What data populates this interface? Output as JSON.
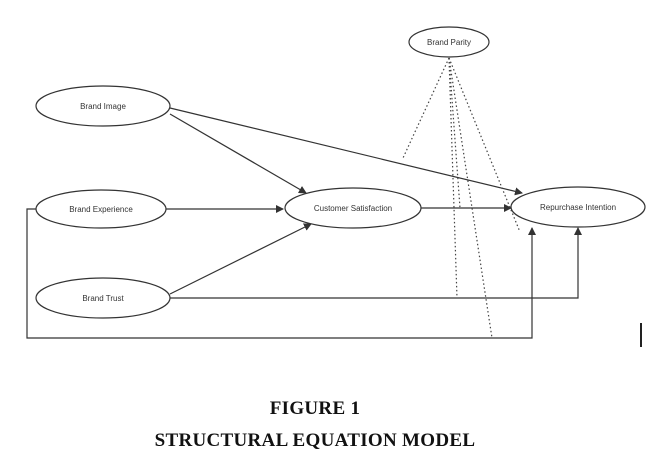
{
  "nodes": {
    "brand_image": "Brand Image",
    "brand_experience": "Brand Experience",
    "brand_trust": "Brand Trust",
    "customer_satisfaction": "Customer Satisfaction",
    "repurchase_intention": "Repurchase Intention",
    "brand_parity": "Brand Parity"
  },
  "caption": {
    "figure_number": "FIGURE 1",
    "title": "STRUCTURAL EQUATION MODEL"
  },
  "colors": {
    "line": "#333333",
    "text": "#111111"
  }
}
